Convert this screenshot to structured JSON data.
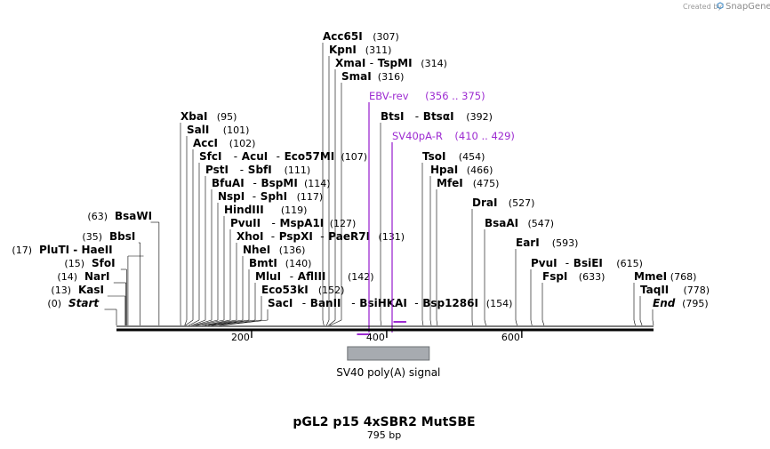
{
  "credit": {
    "prefix": "Created by",
    "brand": "SnapGene"
  },
  "map": {
    "title": "pGL2 p15 4xSBR2 MutSBE",
    "length_label": "795 bp",
    "length": 795,
    "colors": {
      "primer": "#9d2bd1",
      "feature": "#a7abb0",
      "line": "#000000"
    }
  },
  "ruler": {
    "ticks": [
      200,
      400,
      600
    ]
  },
  "feature": {
    "name": "SV40 poly(A) signal",
    "start": 342,
    "end": 463
  },
  "primers": [
    {
      "name": "EBV-rev",
      "range": "(356 .. 375)",
      "start": 356,
      "end": 375
    },
    {
      "name": "SV40pA-R",
      "range": "(410 .. 429)",
      "start": 410,
      "end": 429
    }
  ],
  "sites": [
    {
      "names": [
        "Acc65I"
      ],
      "pos": "(307)",
      "at": 307
    },
    {
      "names": [
        "KpnI"
      ],
      "pos": "(311)",
      "at": 311
    },
    {
      "names": [
        "XmaI",
        "TspMI"
      ],
      "pos": "(314)",
      "at": 314
    },
    {
      "names": [
        "SmaI"
      ],
      "pos": "(316)",
      "at": 316
    },
    {
      "names": [
        "BtsI",
        "BtsαI"
      ],
      "pos": "(392)",
      "at": 392
    },
    {
      "names": [
        "XbaI"
      ],
      "pos": "(95)",
      "at": 95
    },
    {
      "names": [
        "SalI"
      ],
      "pos": "(101)",
      "at": 101
    },
    {
      "names": [
        "AccI"
      ],
      "pos": "(102)",
      "at": 102
    },
    {
      "names": [
        "SfcI",
        "AcuI",
        "Eco57MI"
      ],
      "pos": "(107)",
      "at": 107
    },
    {
      "names": [
        "TsoI"
      ],
      "pos": "(454)",
      "at": 454
    },
    {
      "names": [
        "PstI",
        "SbfI"
      ],
      "pos": "(111)",
      "at": 111
    },
    {
      "names": [
        "HpaI"
      ],
      "pos": "(466)",
      "at": 466
    },
    {
      "names": [
        "BfuAI",
        "BspMI"
      ],
      "pos": "(114)",
      "at": 114
    },
    {
      "names": [
        "MfeI"
      ],
      "pos": "(475)",
      "at": 475
    },
    {
      "names": [
        "NspI",
        "SphI"
      ],
      "pos": "(117)",
      "at": 117
    },
    {
      "names": [
        "DraI"
      ],
      "pos": "(527)",
      "at": 527
    },
    {
      "names": [
        "HindIII"
      ],
      "pos": "(119)",
      "at": 119
    },
    {
      "names": [
        "BsaWI"
      ],
      "pos": "(63)",
      "at": 63
    },
    {
      "names": [
        "PvuII",
        "MspA1I"
      ],
      "pos": "(127)",
      "at": 127
    },
    {
      "names": [
        "BsaAI"
      ],
      "pos": "(547)",
      "at": 547
    },
    {
      "names": [
        "BbsI"
      ],
      "pos": "(35)",
      "at": 35
    },
    {
      "names": [
        "XhoI",
        "PspXI",
        "PaeR7I"
      ],
      "pos": "(131)",
      "at": 131
    },
    {
      "names": [
        "EarI"
      ],
      "pos": "(593)",
      "at": 593
    },
    {
      "names": [
        "PluTI",
        "HaeII"
      ],
      "pos": "(17)",
      "at": 17
    },
    {
      "names": [
        "NheI"
      ],
      "pos": "(136)",
      "at": 136
    },
    {
      "names": [
        "SfoI"
      ],
      "pos": "(15)",
      "at": 15
    },
    {
      "names": [
        "BmtI"
      ],
      "pos": "(140)",
      "at": 140
    },
    {
      "names": [
        "PvuI",
        "BsiEI"
      ],
      "pos": "(615)",
      "at": 615
    },
    {
      "names": [
        "NarI"
      ],
      "pos": "(14)",
      "at": 14
    },
    {
      "names": [
        "MluI",
        "AflIII"
      ],
      "pos": "(142)",
      "at": 142
    },
    {
      "names": [
        "FspI"
      ],
      "pos": "(633)",
      "at": 633
    },
    {
      "names": [
        "MmeI"
      ],
      "pos": "(768)",
      "at": 768
    },
    {
      "names": [
        "KasI"
      ],
      "pos": "(13)",
      "at": 13
    },
    {
      "names": [
        "Eco53kI"
      ],
      "pos": "(152)",
      "at": 152
    },
    {
      "names": [
        "TaqII"
      ],
      "pos": "(778)",
      "at": 778
    },
    {
      "names": [
        "Start"
      ],
      "pos": "(0)",
      "at": 0,
      "italic": true
    },
    {
      "names": [
        "SacI",
        "BanII",
        "BsiHKAI",
        "Bsp1286I"
      ],
      "pos": "(154)",
      "at": 154
    },
    {
      "names": [
        "End"
      ],
      "pos": "(795)",
      "at": 795,
      "italic": true
    }
  ]
}
